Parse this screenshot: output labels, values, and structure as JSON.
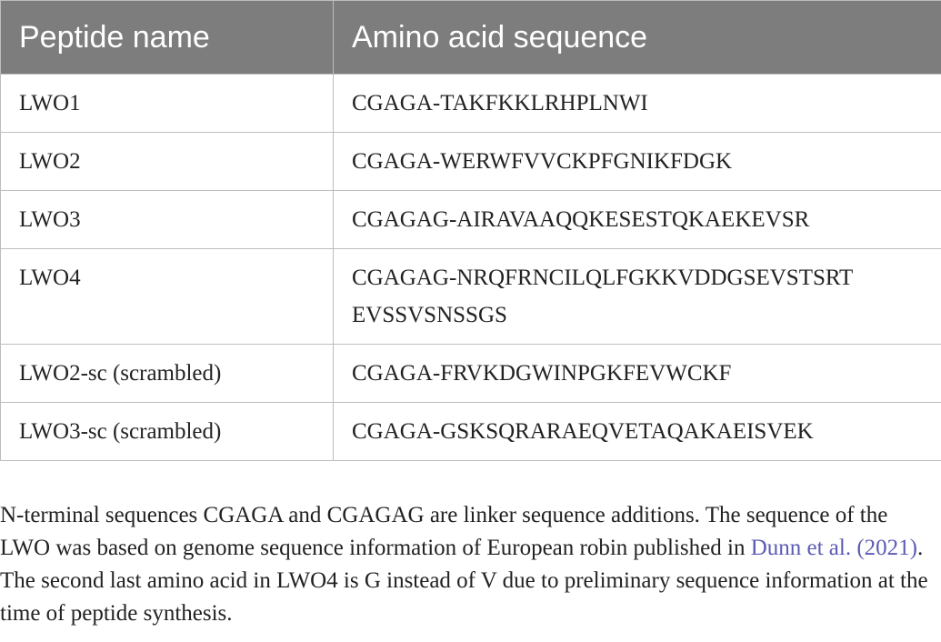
{
  "table": {
    "headers": [
      "Peptide name",
      "Amino acid sequence"
    ],
    "rows": [
      {
        "name": "LWO1",
        "sequence": "CGAGA-TAKFKKLRHPLNWI"
      },
      {
        "name": "LWO2",
        "sequence": "CGAGA-WERWFVVCKPFGNIKFDGK"
      },
      {
        "name": "LWO3",
        "sequence": "CGAGAG-AIRAVAAQQKESESTQKAEKEVSR"
      },
      {
        "name": "LWO4",
        "sequence_line1": "CGAGAG-NRQFRNCILQLFGKKVDDGSEVSTSRT",
        "sequence_line2": "EVSSVSNSSGS"
      },
      {
        "name": "LWO2-sc (scrambled)",
        "sequence": "CGAGA-FRVKDGWINPGKFEVWCKF"
      },
      {
        "name": "LWO3-sc (scrambled)",
        "sequence": "CGAGA-GSKSQRARAEQVETAQAKAEISVEK"
      }
    ]
  },
  "footnote": {
    "text_before": "N-terminal sequences CGAGA and CGAGAG are linker sequence additions. The sequence of the LWO was based on genome sequence information of European robin published in ",
    "citation": "Dunn et al. (2021)",
    "text_after": ". The second last amino acid in LWO4 is G instead of V due to preliminary sequence information at the time of peptide synthesis."
  },
  "colors": {
    "header_bg": "#7d7d7d",
    "header_text": "#ffffff",
    "border": "#bdbdbd",
    "link": "#5b5bb5"
  }
}
